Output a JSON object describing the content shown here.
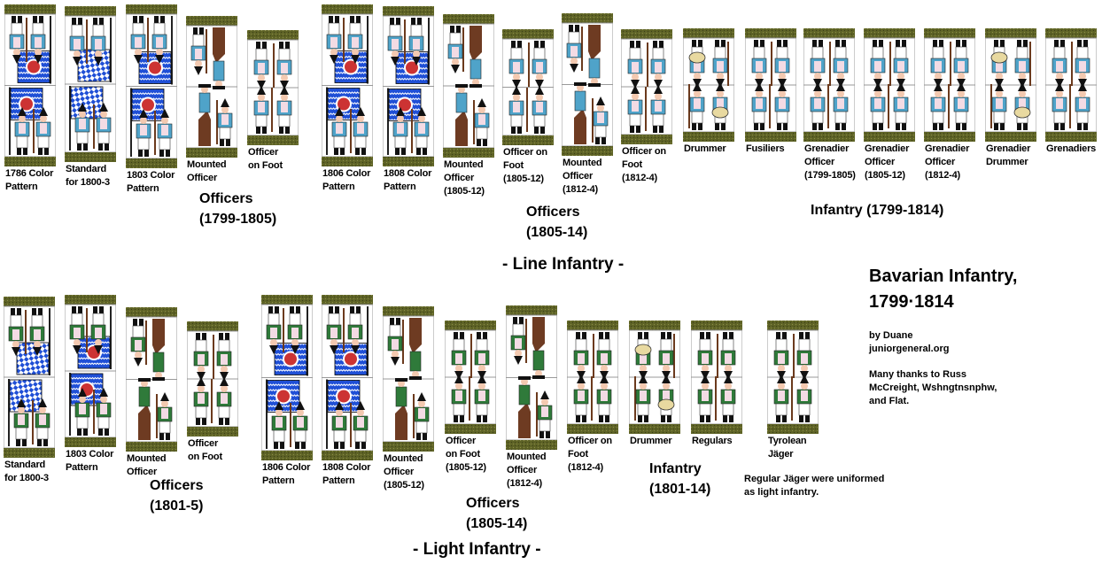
{
  "title": "Bavarian Infantry,\n1799·1814",
  "credit": "by Duane\njuniorgeneral.org",
  "thanks": "Many thanks to Russ\nMcCreight, Wshngtnsnphw,\nand Flat.",
  "colors": {
    "line_coat": "#4fa3c9",
    "light_coat": "#2f7a3a",
    "flag_blue": "#1f4fd6",
    "grass": "#5e6326"
  },
  "line_infantry": {
    "section_title": "- Line Infantry -",
    "groups": [
      "Officers\n(1799-1805)",
      "Officers\n(1805-14)",
      "Infantry (1799-1814)"
    ],
    "cards": [
      {
        "label": "1786 Color\nPattern",
        "kind": "flag-color"
      },
      {
        "label": "Standard\nfor 1800-3",
        "kind": "flag-standard"
      },
      {
        "label": "1803 Color\nPattern",
        "kind": "flag-color"
      },
      {
        "label": "Mounted\nOfficer",
        "kind": "mounted"
      },
      {
        "label": "Officer\non Foot",
        "kind": "foot"
      },
      {
        "label": "1806 Color\nPattern",
        "kind": "flag-color"
      },
      {
        "label": "1808 Color\nPattern",
        "kind": "flag-color"
      },
      {
        "label": "Mounted\nOfficer\n(1805-12)",
        "kind": "mounted"
      },
      {
        "label": "Officer on\nFoot\n(1805-12)",
        "kind": "foot"
      },
      {
        "label": "Mounted\nOfficer\n(1812-4)",
        "kind": "mounted"
      },
      {
        "label": "Officer on\nFoot\n(1812-4)",
        "kind": "foot"
      },
      {
        "label": "Drummer",
        "kind": "drummer"
      },
      {
        "label": "Fusiliers",
        "kind": "foot"
      },
      {
        "label": "Grenadier\nOfficer\n(1799-1805)",
        "kind": "foot"
      },
      {
        "label": "Grenadier\nOfficer\n(1805-12)",
        "kind": "foot"
      },
      {
        "label": "Grenadier\nOfficer\n(1812-4)",
        "kind": "foot"
      },
      {
        "label": "Grenadier\nDrummer",
        "kind": "drummer"
      },
      {
        "label": "Grenadiers",
        "kind": "foot"
      }
    ]
  },
  "light_infantry": {
    "section_title": "- Light Infantry -",
    "groups": [
      "Officers\n(1801-5)",
      "Officers\n(1805-14)",
      "Infantry\n(1801-14)"
    ],
    "note": "Regular Jäger were uniformed\nas light infantry.",
    "cards": [
      {
        "label": "Standard\nfor 1800-3",
        "kind": "flag-standard"
      },
      {
        "label": "1803 Color\nPattern",
        "kind": "flag-color"
      },
      {
        "label": "Mounted\nOfficer",
        "kind": "mounted"
      },
      {
        "label": "Officer\non Foot",
        "kind": "foot"
      },
      {
        "label": "1806 Color\nPattern",
        "kind": "flag-color"
      },
      {
        "label": "1808 Color\nPattern",
        "kind": "flag-color"
      },
      {
        "label": "Mounted\nOfficer\n(1805-12)",
        "kind": "mounted"
      },
      {
        "label": "Officer\non Foot\n(1805-12)",
        "kind": "foot"
      },
      {
        "label": "Mounted\nOfficer\n(1812-4)",
        "kind": "mounted"
      },
      {
        "label": "Officer on\nFoot\n(1812-4)",
        "kind": "foot"
      },
      {
        "label": "Drummer",
        "kind": "drummer"
      },
      {
        "label": "Regulars",
        "kind": "foot"
      },
      {
        "label": "Tyrolean\nJäger",
        "kind": "foot"
      }
    ]
  }
}
